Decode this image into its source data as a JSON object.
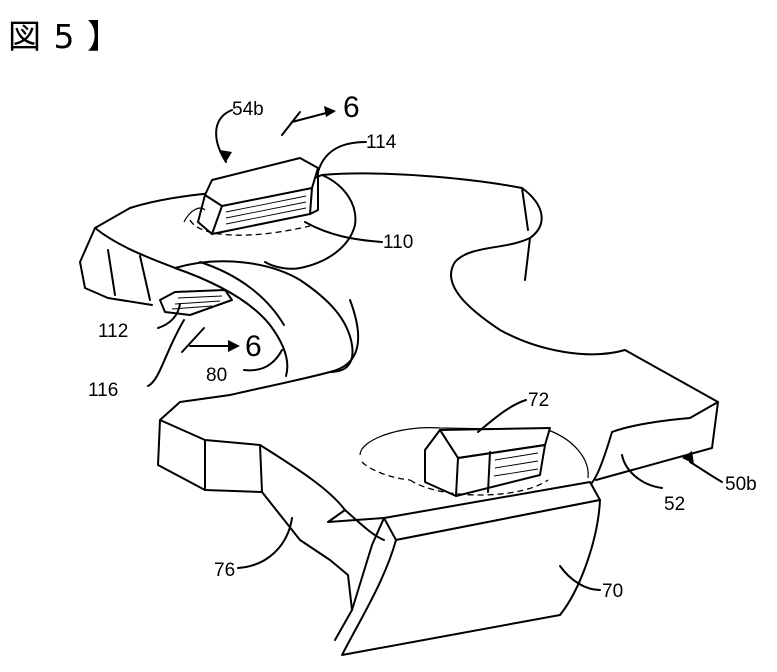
{
  "figure_title": "図 5 】",
  "labels": {
    "l54b": "54b",
    "l6top": "6",
    "l114": "114",
    "l110": "110",
    "l112": "112",
    "l6bottom": "6",
    "l116": "116",
    "l80": "80",
    "l72": "72",
    "l50b": "50b",
    "l52": "52",
    "l76": "76",
    "l70": "70"
  }
}
